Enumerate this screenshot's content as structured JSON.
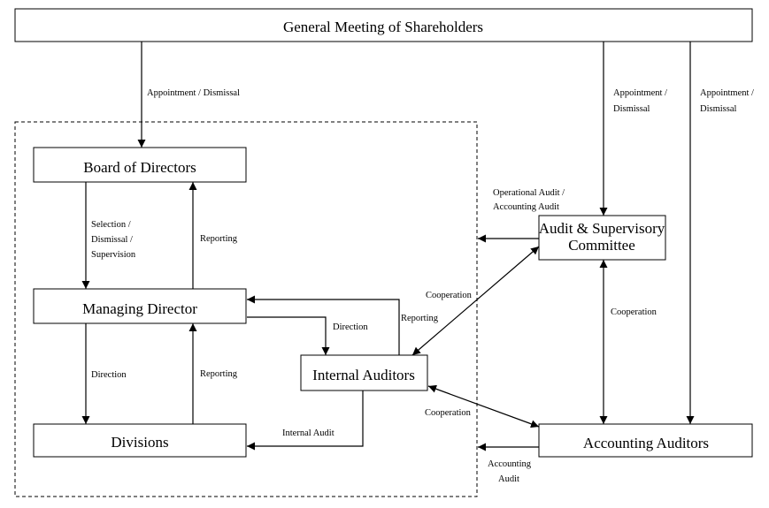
{
  "boxes": {
    "shareholders": "General Meeting of Shareholders",
    "board": "Board of Directors",
    "managing_director": "Managing Director",
    "divisions": "Divisions",
    "internal_auditors": "Internal Auditors",
    "audit_committee_line1": "Audit & Supervisory",
    "audit_committee_line2": "Committee",
    "accounting_auditors": "Accounting Auditors"
  },
  "labels": {
    "appointment_board": "Appointment / Dismissal",
    "appointment_committee_1": "Appointment /",
    "appointment_committee_2": "Dismissal",
    "appointment_auditors_1": "Appointment /",
    "appointment_auditors_2": "Dismissal",
    "selection_1": "Selection /",
    "selection_2": "Dismissal /",
    "selection_3": "Supervision",
    "reporting_md_board": "Reporting",
    "direction_md_div": "Direction",
    "reporting_div_md": "Reporting",
    "direction_md_ia": "Direction",
    "reporting_ia_md": "Reporting",
    "internal_audit": "Internal Audit",
    "operational_audit_1": "Operational Audit /",
    "operational_audit_2": "Accounting Audit",
    "cooperation_ia_committee": "Cooperation",
    "cooperation_committee_auditors": "Cooperation",
    "cooperation_ia_auditors": "Cooperation",
    "accounting_audit_1": "Accounting",
    "accounting_audit_2": "Audit"
  }
}
